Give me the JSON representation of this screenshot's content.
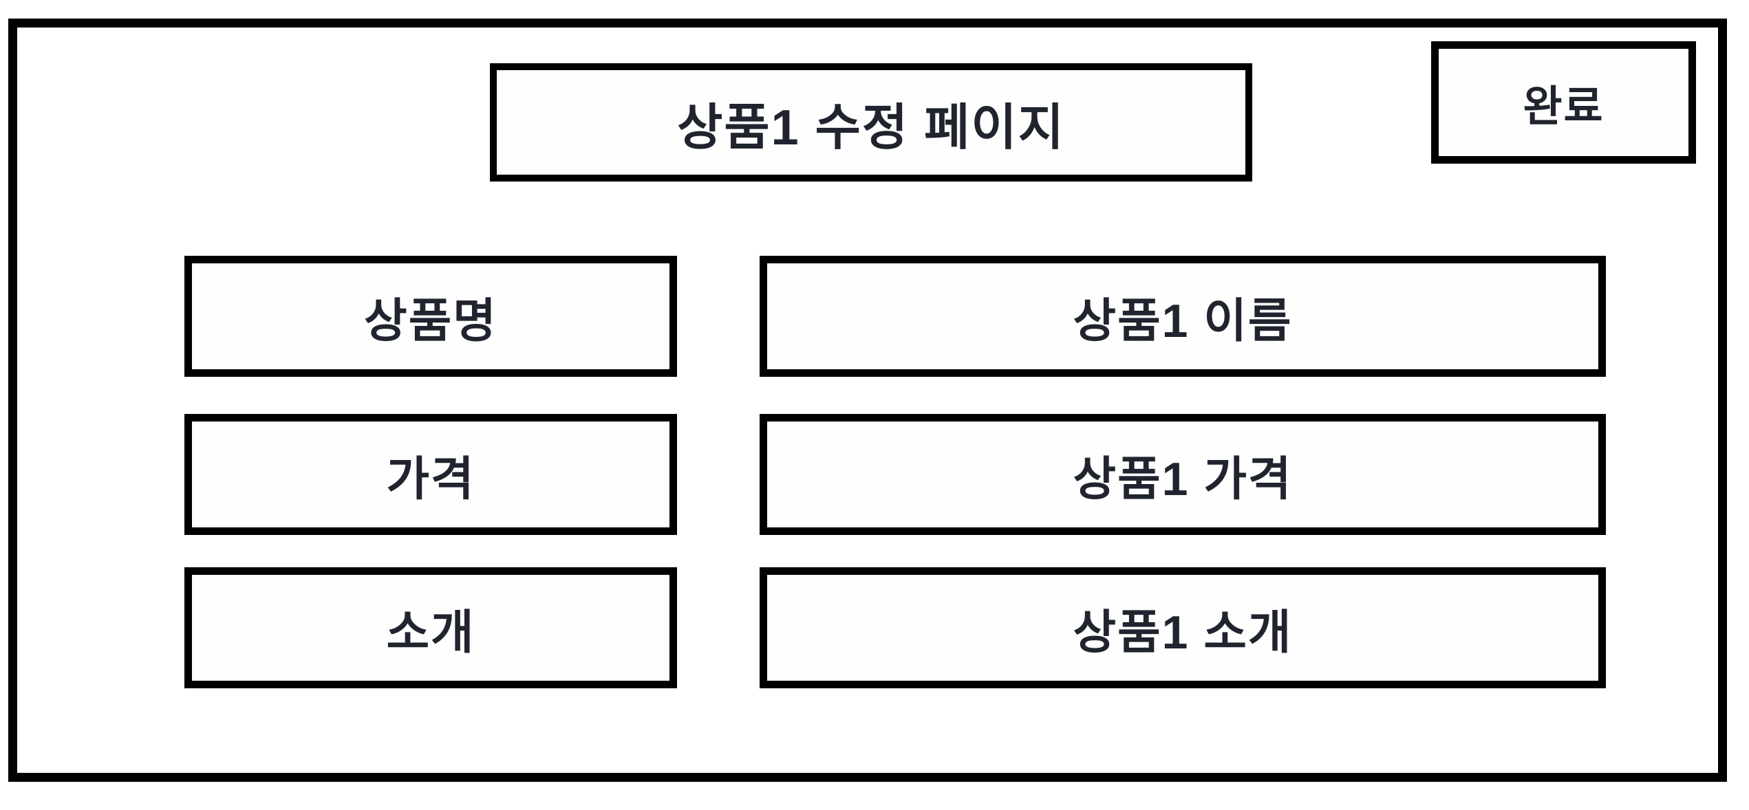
{
  "page": {
    "title": "상품1 수정 페이지",
    "done_label": "완료"
  },
  "form": {
    "rows": [
      {
        "field": "product-name",
        "label": "상품명",
        "value": "상품1 이름"
      },
      {
        "field": "price",
        "label": "가격",
        "value": "상품1 가격"
      },
      {
        "field": "description",
        "label": "소개",
        "value": "상품1 소개"
      }
    ]
  },
  "colors": {
    "border": "#000000",
    "text": "#20242e",
    "background": "#ffffff"
  }
}
